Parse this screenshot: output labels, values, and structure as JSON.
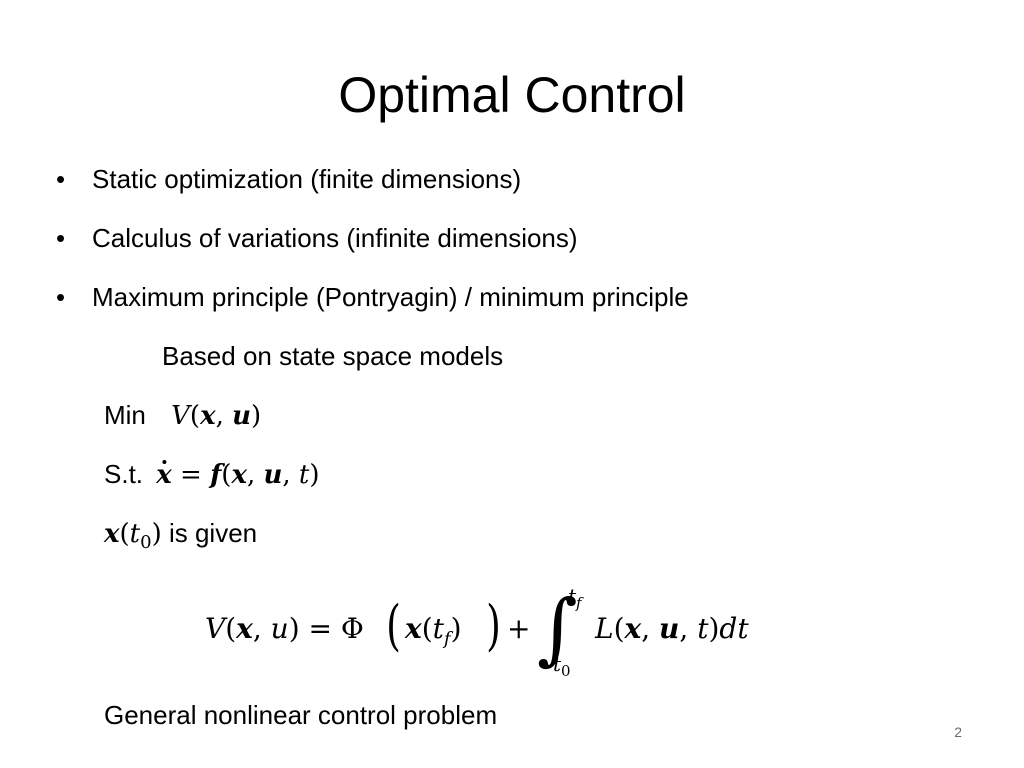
{
  "slide": {
    "title": "Optimal Control",
    "bullets": [
      "Static optimization (finite dimensions)",
      "Calculus of variations (infinite dimensions)",
      "Maximum principle (Pontryagin) / minimum principle"
    ],
    "bullet_glyph": "•",
    "subline": "Based on state space models",
    "min_label": "Min",
    "st_label": "S.t.",
    "given_label": "is given",
    "general_label": "General nonlinear control problem",
    "page_number": "2"
  }
}
